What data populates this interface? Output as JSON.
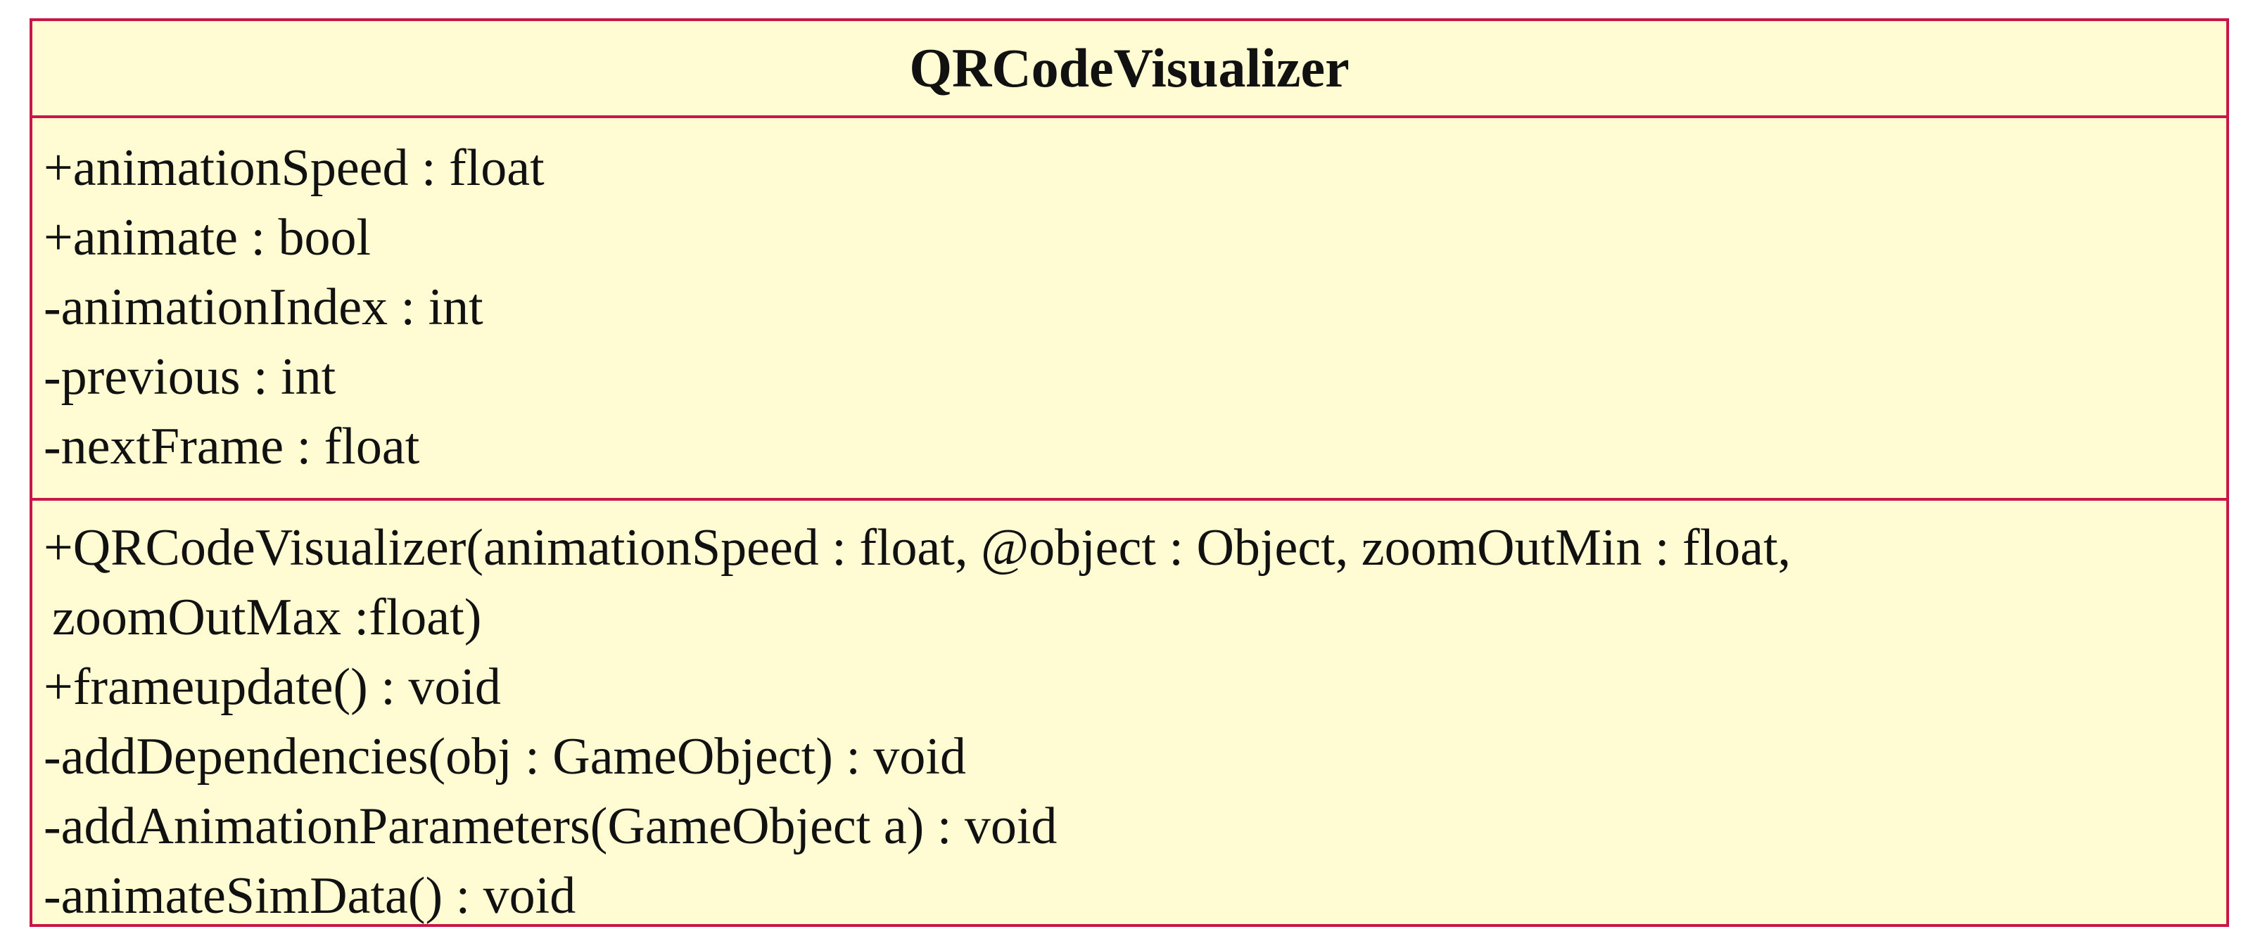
{
  "class_name": "QRCodeVisualizer",
  "attributes": [
    "+animationSpeed :  float",
    "+animate :  bool",
    "-animationIndex :  int",
    "-previous :  int",
    "-nextFrame :  float"
  ],
  "operations": [
    "+QRCodeVisualizer(animationSpeed :  float, @object :  Object, zoomOutMin :  float,",
    "zoomOutMax :float)",
    "+frameupdate() :  void",
    "-addDependencies(obj :  GameObject) :  void",
    "-addAnimationParameters(GameObject a) :  void",
    "-animateSimData() :  void"
  ],
  "colors": {
    "border": "#c8164a",
    "fill": "#fffbd2",
    "text": "#111111"
  }
}
